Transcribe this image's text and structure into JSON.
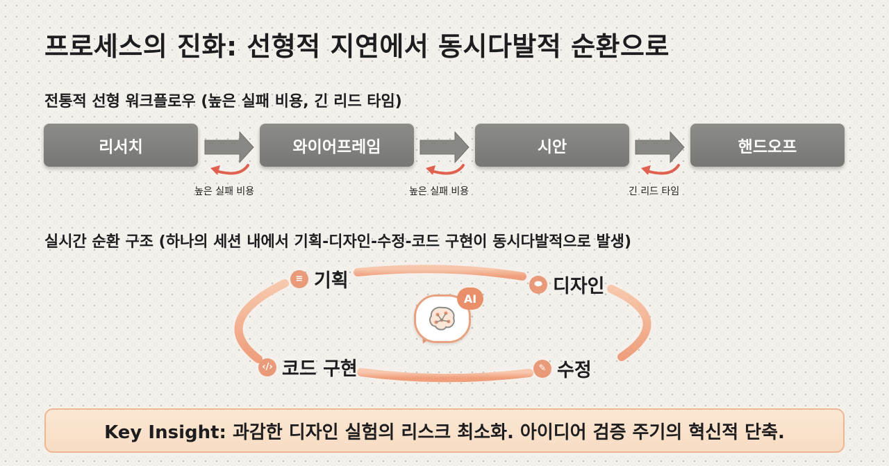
{
  "title": "프로세스의 진화: 선형적 지연에서 동시다발적 순환으로",
  "linear": {
    "heading": "전통적 선형 워크플로우 (높은 실패 비용, 긴 리드 타임)",
    "stages": [
      "리서치",
      "와이어프레임",
      "시안",
      "핸드오프"
    ],
    "feedback_notes": [
      "높은 실패 비용",
      "높은 실패 비용",
      "긴 리드 타임"
    ]
  },
  "cycle": {
    "heading": "실시간 순환 구조 (하나의 세션 내에서 기획-디자인-수정-코드 구현이 동시다발적으로 발생)",
    "nodes": {
      "plan": "기획",
      "design": "디자인",
      "edit": "수정",
      "code": "코드 구현"
    },
    "center_badge": "AI",
    "icons": {
      "plan": "list-icon",
      "design": "pill-icon",
      "edit": "pen-icon",
      "code": "code-icon",
      "center": "brain-chat-icon"
    }
  },
  "insight": "Key Insight: 과감한 디자인 실험의 리스크 최소화. 아이디어 검증 주기의 혁신적 단축.",
  "colors": {
    "stage_gray": "#7f7f7c",
    "feedback_red": "#e0614f",
    "cycle_peach": "#f2b08f",
    "insight_bg": "#fbe4cf"
  }
}
